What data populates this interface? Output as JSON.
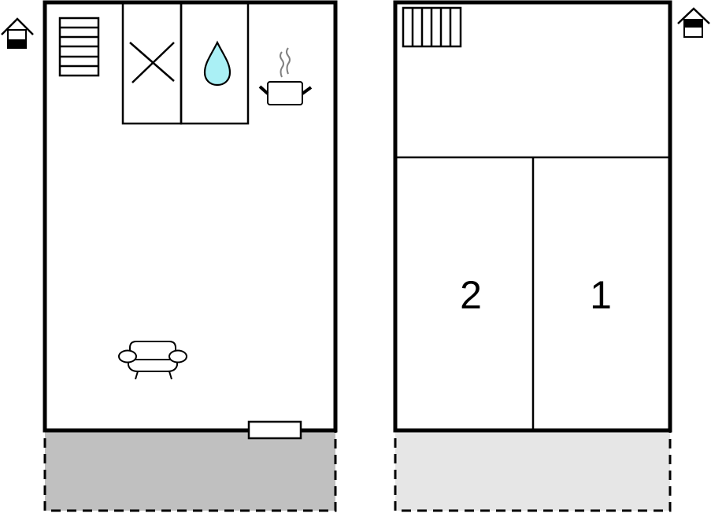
{
  "floor_plan": {
    "floors": [
      {
        "id": "ground-floor",
        "floor_icon": "house-floor-indicator-ground-icon",
        "rooms": [
          {
            "name": "living-area",
            "items": [
              "staircase",
              "kitchen-unit",
              "cooking-pot",
              "armchair"
            ]
          },
          {
            "name": "utility-x-room",
            "symbol": "cross-icon"
          },
          {
            "name": "bathroom",
            "symbol": "water-drop-icon"
          },
          {
            "name": "terrace",
            "fill": "#c0c0c0",
            "outline": "dashed"
          }
        ],
        "door": "entrance-door"
      },
      {
        "id": "upper-floor",
        "floor_icon": "house-floor-indicator-upper-icon",
        "rooms": [
          {
            "name": "landing",
            "items": [
              "staircase"
            ]
          },
          {
            "name": "bedroom-2",
            "label": "2"
          },
          {
            "name": "bedroom-1",
            "label": "1"
          },
          {
            "name": "balcony",
            "fill": "#e6e6e6",
            "outline": "dashed"
          }
        ]
      }
    ],
    "colors": {
      "wall": "#000000",
      "terrace_fill": "#c0c0c0",
      "balcony_fill": "#e6e6e6",
      "water": "#aaf0f5",
      "steam": "#808080"
    }
  }
}
